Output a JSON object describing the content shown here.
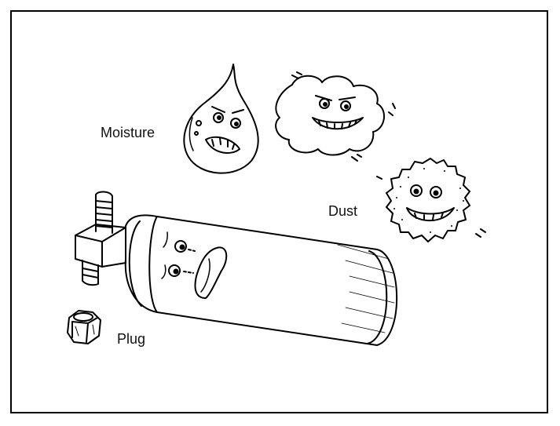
{
  "labels": {
    "moisture": "Moisture",
    "dust": "Dust",
    "plug": "Plug"
  },
  "icons": {
    "moisture": "water-drop-character-icon",
    "dirt": "dirt-cloud-character-icon",
    "dust": "dust-ball-character-icon",
    "receiver_drier": "receiver-drier-cylinder-icon",
    "plug": "hex-plug-icon"
  },
  "colors": {
    "line": "#000000",
    "background": "#ffffff"
  }
}
